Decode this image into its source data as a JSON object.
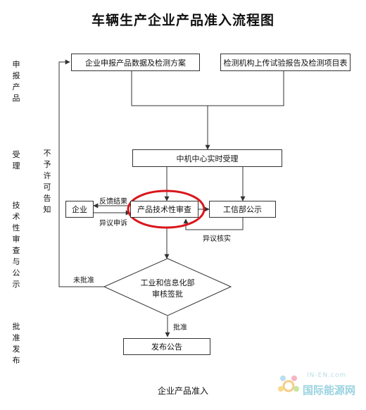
{
  "title": "车辆生产企业产品准入流程图",
  "stages": {
    "apply": [
      "申",
      "报",
      "产",
      "品"
    ],
    "accept": [
      "受",
      "理"
    ],
    "review": [
      "技",
      "术",
      "性",
      "审",
      "查",
      "与",
      "公",
      "示"
    ],
    "approve": [
      "批",
      "准",
      "发",
      "布"
    ]
  },
  "nodes": {
    "enterprise_submit": "企业申报产品数据及检测方案",
    "lab_upload": "检测机构上传试验报告及检测项目表",
    "center_accept": "中机中心实时受理",
    "enterprise": "企业",
    "tech_review": "产品技术性审查",
    "miit_publicity": "工信部公示",
    "miit_approval_line1": "工业和信息化部",
    "miit_approval_line2": "审核签批",
    "publish": "发布公告"
  },
  "edge_labels": {
    "not_permitted": [
      "不",
      "予",
      "许",
      "可",
      "告",
      "知"
    ],
    "feedback": "反馈结果",
    "objection_appeal": "异议申诉",
    "objection_verify": "异议核实",
    "not_approved": "未批准",
    "approved": "批准"
  },
  "caption": "企业产品准入",
  "watermark": {
    "brand": "国际能源网",
    "domain": "IN-EN.com"
  },
  "colors": {
    "line": "#333333",
    "highlight": "#d9161c",
    "watermark": "#9bd3e0"
  }
}
